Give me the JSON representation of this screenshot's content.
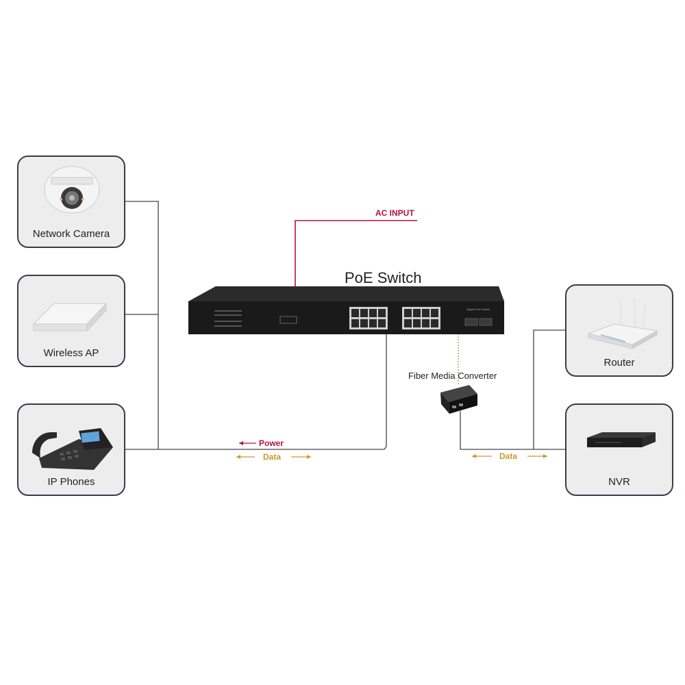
{
  "diagram": {
    "switch_title": "PoE Switch",
    "ac_input_label": "AC INPUT",
    "fiber_converter_label": "Fiber Media Converter",
    "power_label": "Power",
    "data_label_left": "Data",
    "data_label_right": "Data",
    "switch_badge": "Gigabit PoE Switch",
    "devices": {
      "network_camera": "Network Camera",
      "wireless_ap": "Wireless AP",
      "ip_phones": "IP Phones",
      "router": "Router",
      "nvr": "NVR"
    }
  },
  "colors": {
    "box_fill": "#ededed",
    "box_border": "#3a3a4e",
    "line": "#444444",
    "power": "#b0123c",
    "data": "#c89a2c",
    "fiber": "#7ec84a"
  }
}
